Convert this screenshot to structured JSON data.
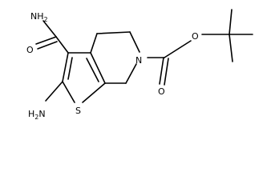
{
  "molecule": {
    "atoms": {
      "amide_n": {
        "symbol": "N",
        "h": "H",
        "h_count": "2"
      },
      "amide_o": {
        "symbol": "O"
      },
      "amine_n": {
        "symbol": "N",
        "h": "H",
        "h_count": "2"
      },
      "ring_s": {
        "symbol": "S"
      },
      "ring_n": {
        "symbol": "N"
      },
      "ester_o_carbonyl": {
        "symbol": "O"
      },
      "ester_o_ether": {
        "symbol": "O"
      }
    }
  }
}
